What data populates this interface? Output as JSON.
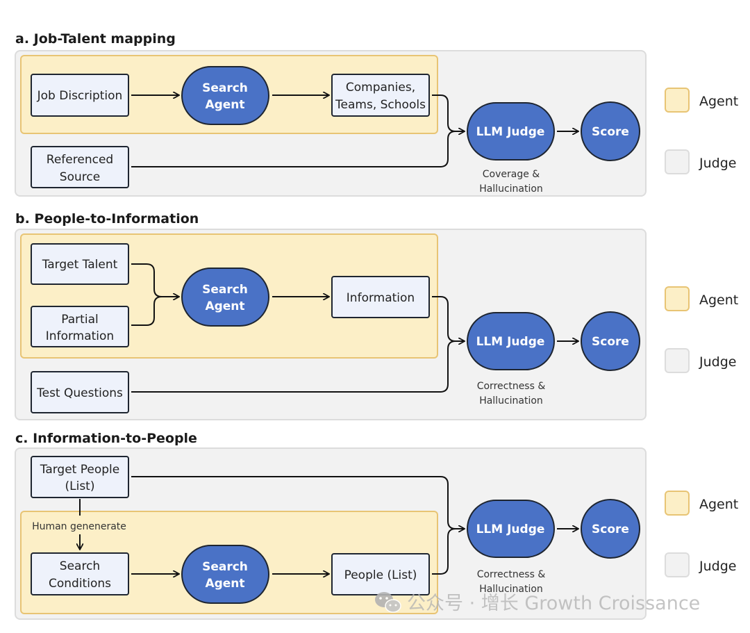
{
  "sections": {
    "a": {
      "title": "a. Job-Talent mapping",
      "input": "Job Discription",
      "agent_line1": "Search",
      "agent_line2": "Agent",
      "output_line1": "Companies,",
      "output_line2": "Teams, Schools",
      "ref_line1": "Referenced",
      "ref_line2": "Source",
      "judge": "LLM Judge",
      "score": "Score",
      "criteria_line1": "Coverage &",
      "criteria_line2": "Hallucination"
    },
    "b": {
      "title": "b. People-to-Information",
      "input1": "Target Talent",
      "input2_line1": "Partial",
      "input2_line2": "Information",
      "agent_line1": "Search",
      "agent_line2": "Agent",
      "output": "Information",
      "ref": "Test Questions",
      "judge": "LLM Judge",
      "score": "Score",
      "criteria_line1": "Correctness &",
      "criteria_line2": "Hallucination"
    },
    "c": {
      "title": "c. Information-to-People",
      "target_line1": "Target People",
      "target_line2": "(List)",
      "human_label": "Human genenerate",
      "cond_line1": "Search",
      "cond_line2": "Conditions",
      "agent_line1": "Search",
      "agent_line2": "Agent",
      "output": "People (List)",
      "judge": "LLM Judge",
      "score": "Score",
      "criteria_line1": "Correctness &",
      "criteria_line2": "Hallucination"
    }
  },
  "legend": {
    "agent": "Agent",
    "judge": "Judge"
  },
  "watermark": "公众号 · 增长 Growth Croissance",
  "colors": {
    "agent_zone_fill": "#fcefc7",
    "agent_zone_stroke": "#e8c474",
    "judge_panel_fill": "#f2f2f2",
    "pill_fill": "#4a72c6",
    "node_fill": "#eef2fb"
  }
}
